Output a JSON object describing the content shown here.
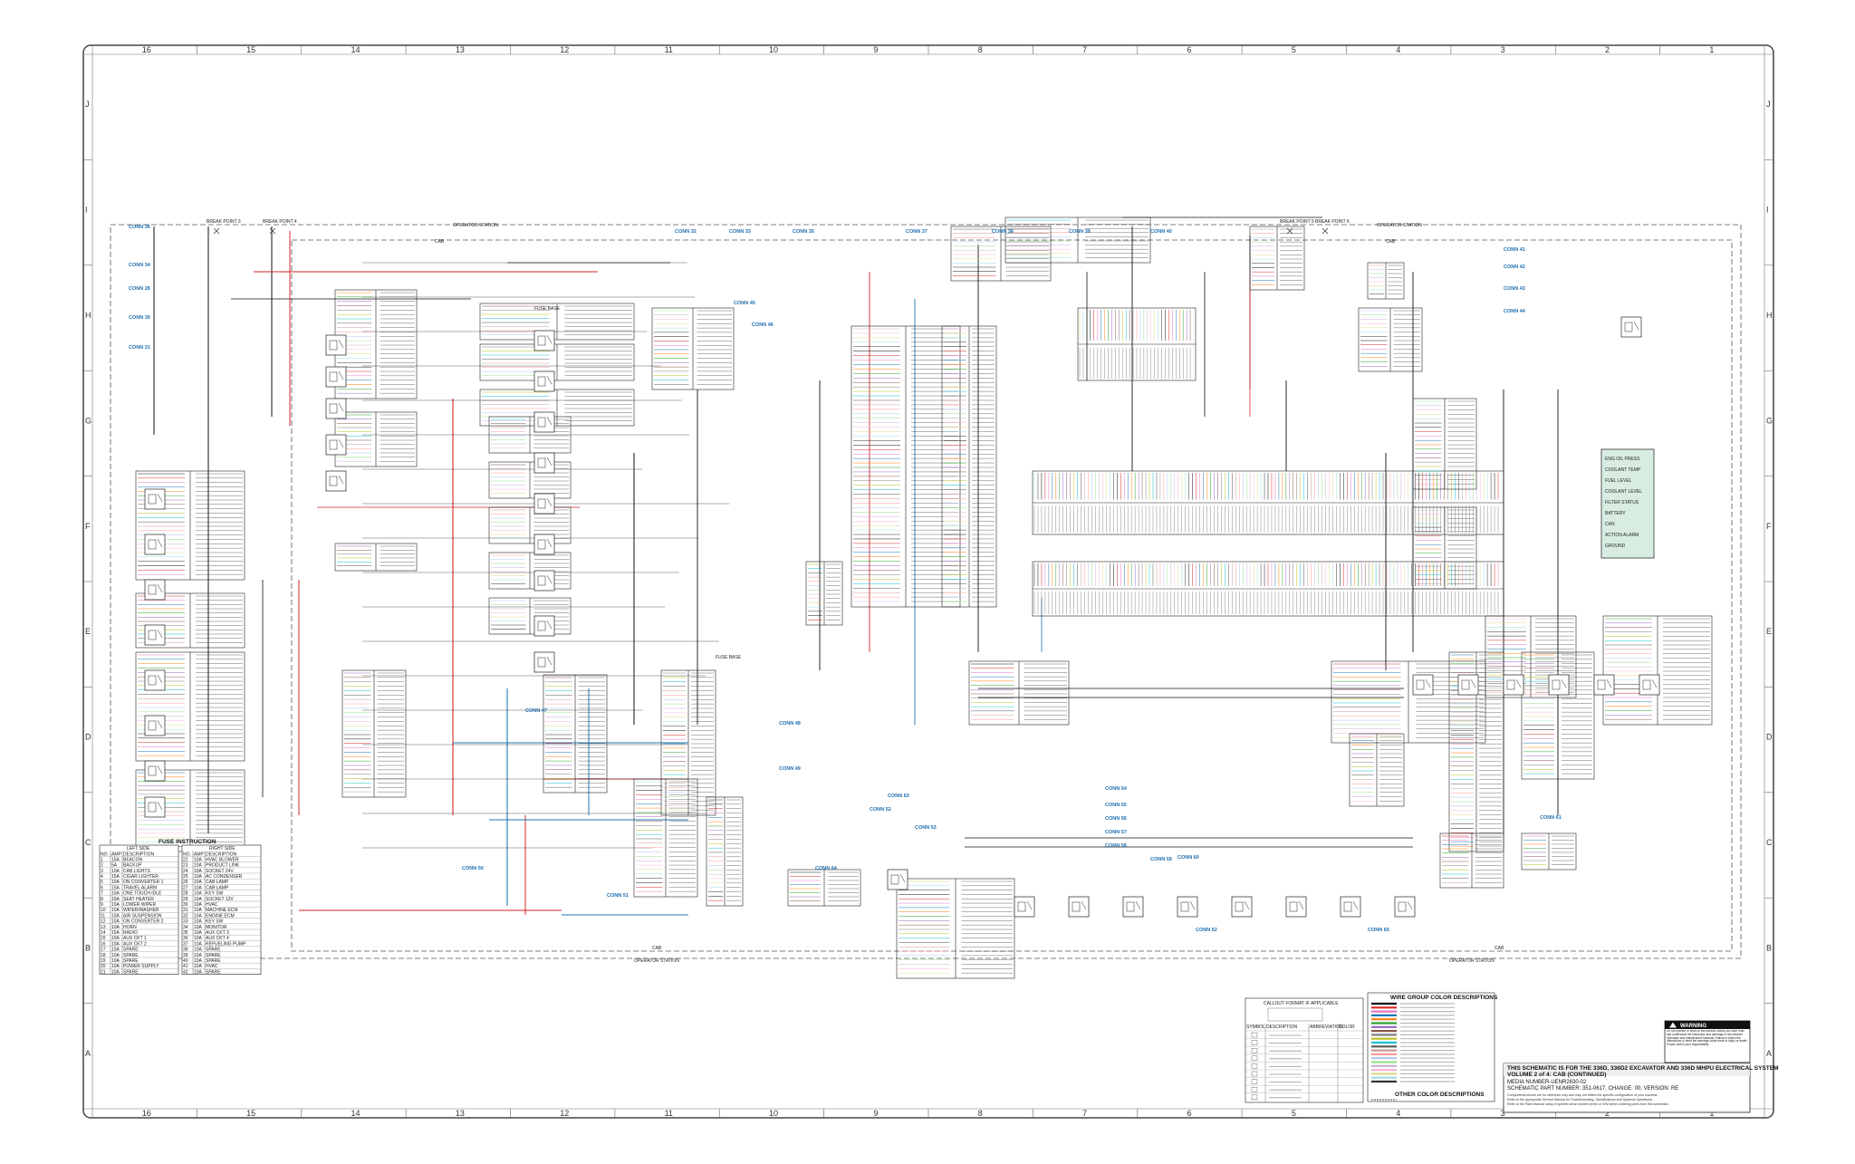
{
  "grid": {
    "columns": [
      "16",
      "15",
      "14",
      "13",
      "12",
      "11",
      "10",
      "9",
      "8",
      "7",
      "6",
      "5",
      "4",
      "3",
      "2",
      "1"
    ],
    "rows": [
      "J",
      "I",
      "H",
      "G",
      "F",
      "E",
      "D",
      "C",
      "B",
      "A"
    ]
  },
  "station_labels": {
    "operator_station": "OPERATOR STATION",
    "cab": "CAB",
    "fuse_base": "FUSE BASE"
  },
  "connectors": [
    "CONN 36",
    "CONN 34",
    "CONN 28",
    "CONN 30",
    "CONN 31",
    "CONN 32",
    "CONN 33",
    "CONN 35",
    "CONN 37",
    "CONN 38",
    "CONN 39",
    "CONN 40",
    "CONN 41",
    "CONN 42",
    "CONN 43",
    "CONN 44",
    "CONN 45",
    "CONN 46",
    "CONN 47",
    "CONN 48",
    "CONN 49",
    "CONN 50",
    "CONN 51",
    "CONN 52",
    "CONN 53",
    "CONN 54",
    "CONN 55",
    "CONN 56",
    "CONN 57",
    "CONN 58",
    "CONN 59",
    "CONN 60",
    "CONN 61",
    "CONN 62",
    "CONN 63",
    "CONN 64",
    "CONN 65"
  ],
  "breakpoints": [
    "BREAK POINT 3",
    "BREAK POINT 4",
    "BREAK POINT 5",
    "BREAK POINT 6"
  ],
  "gauge_labels": [
    "ENG OIL PRESS",
    "COOLANT TEMP",
    "FUEL LEVEL",
    "COOLANT LEVEL",
    "FILTER STATUS",
    "BATTERY",
    "CAN",
    "ACTION ALARM",
    "GROUND"
  ],
  "fuse_table": {
    "title": "FUSE INSTRUCTION",
    "left_header": "LEFT SIDE",
    "right_header": "RIGHT SIDE",
    "col_headers": [
      "NO.",
      "AMP",
      "DESCRIPTION"
    ],
    "left_rows": [
      [
        "1",
        "15A",
        "BEACON"
      ],
      [
        "2",
        "5A",
        "BACKUP"
      ],
      [
        "3",
        "10A",
        "CAB LIGHTS"
      ],
      [
        "4",
        "15A",
        "CIGAR LIGHTER"
      ],
      [
        "5",
        "10A",
        "ON CONVERTER 1"
      ],
      [
        "6",
        "15A",
        "TRAVEL ALARM"
      ],
      [
        "7",
        "10A",
        "ONE TOUCH IDLE"
      ],
      [
        "8",
        "15A",
        "SEAT HEATER"
      ],
      [
        "9",
        "10A",
        "LOWER WIPER"
      ],
      [
        "10",
        "10A",
        "WIPER/WASHER"
      ],
      [
        "11",
        "10A",
        "AIR SUSPENSION"
      ],
      [
        "12",
        "10A",
        "ON CONVERTER 2"
      ],
      [
        "13",
        "10A",
        "HORN"
      ],
      [
        "14",
        "15A",
        "RADIO"
      ],
      [
        "15",
        "10A",
        "AUX CKT 1"
      ],
      [
        "16",
        "10A",
        "AUX CKT 2"
      ],
      [
        "17",
        "10A",
        "SPARE"
      ],
      [
        "18",
        "10A",
        "SPARE"
      ],
      [
        "19",
        "10A",
        "SPARE"
      ],
      [
        "20",
        "10A",
        "POWER SUPPLY"
      ],
      [
        "21",
        "10A",
        "SPARE"
      ]
    ],
    "right_rows": [
      [
        "22",
        "10A",
        "HVAC BLOWER"
      ],
      [
        "23",
        "10A",
        "PRODUCT LINK"
      ],
      [
        "24",
        "10A",
        "SOCKET 24V"
      ],
      [
        "25",
        "10A",
        "AC CONDENSER"
      ],
      [
        "26",
        "10A",
        "CAB LAMP"
      ],
      [
        "27",
        "10A",
        "CAB LAMP"
      ],
      [
        "28",
        "10A",
        "KEY SW"
      ],
      [
        "29",
        "10A",
        "SOCKET 12V"
      ],
      [
        "30",
        "10A",
        "HVAC"
      ],
      [
        "31",
        "10A",
        "MACHINE ECM"
      ],
      [
        "32",
        "10A",
        "ENGINE ECM"
      ],
      [
        "33",
        "10A",
        "KEY SW"
      ],
      [
        "34",
        "10A",
        "MONITOR"
      ],
      [
        "35",
        "10A",
        "AUX CKT 3"
      ],
      [
        "36",
        "10A",
        "AUX CKT 4"
      ],
      [
        "37",
        "10A",
        "REFUELING PUMP"
      ],
      [
        "38",
        "10A",
        "SPARE"
      ],
      [
        "39",
        "10A",
        "SPARE"
      ],
      [
        "40",
        "10A",
        "SPARE"
      ],
      [
        "41",
        "10A",
        "HVAC"
      ],
      [
        "42",
        "10A",
        "SPARE"
      ]
    ]
  },
  "callout_legend": {
    "title": "CALLOUT FORMAT IF APPLICABLE",
    "col_headers": [
      "SYMBOL",
      "DESCRIPTION",
      "ABBREVIATION",
      "COLOR"
    ],
    "rows": 9
  },
  "wire_group": {
    "title": "WIRE GROUP COLOR DESCRIPTIONS",
    "other_title": "OTHER COLOR DESCRIPTIONS",
    "colors": [
      "#111111",
      "#d62728",
      "#e377c2",
      "#1f77b4",
      "#ff7f0e",
      "#2ca02c",
      "#9467bd",
      "#8c564b",
      "#7f7f7f",
      "#bcbd22",
      "#17becf",
      "#555555",
      "#c49c94",
      "#ff9896",
      "#aec7e8",
      "#98df8a",
      "#c5b0d5",
      "#f7b6d2",
      "#dbdb8d",
      "#9edae5",
      "#333333"
    ]
  },
  "warning": {
    "title": "WARNING",
    "text": "Do not operate or work on this product unless you have read and understood the instruction and warnings in the relevant Operation and Maintenance Manuals. Failure to follow the instructions or heed the warnings could result in injury or death. Proper care is your responsibility."
  },
  "title_block": {
    "line1": "THIS SCHEMATIC IS FOR THE 336D, 336D2 EXCAVATOR AND 336D MHPU ELECTRICAL SYSTEM",
    "line2": "VOLUME 2 of 4: CAB (CONTINUED)",
    "line3": "MEDIA NUMBER-UENR2630-02",
    "line4": "SCHEMATIC PART NUMBER: 351-0617, CHANGE: 00, VERSION: RE",
    "line5": "Components shown are for reference only and may not reflect the specific configuration of your machine.",
    "line6": "Refer to the appropriate Service Manual for Troubleshooting, Specifications and Systems Operations.",
    "line7": "Refer to the Parts Manual using of specific serial number prefix or S/N before ordering parts from this schematic."
  }
}
